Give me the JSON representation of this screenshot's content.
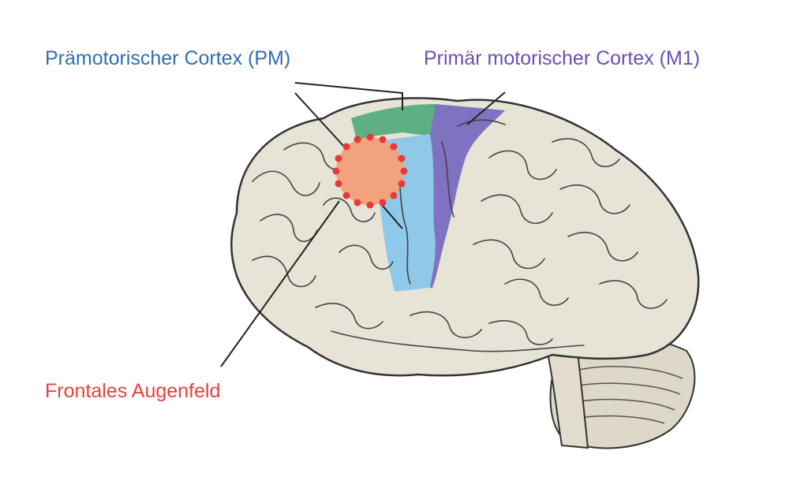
{
  "labels": {
    "premotor": "Prämotorischer Cortex (PM)",
    "primary_motor": "Primär motorischer Cortex (M1)",
    "frontal_eye_field": "Frontales Augenfeld"
  },
  "colors": {
    "premotor_label": "#2f6fb1",
    "primary_motor_label": "#6a4fb5",
    "frontal_eye_field_label": "#e6413a",
    "brain_fill": "#e7e3d6",
    "premotor_region": "#8fc9ea",
    "primary_motor_region": "#7f72c0",
    "supplementary_region": "#4fa87a",
    "eye_field_fill": "#f2a27e",
    "eye_field_dots": "#e63a3a",
    "line": "#222222"
  }
}
